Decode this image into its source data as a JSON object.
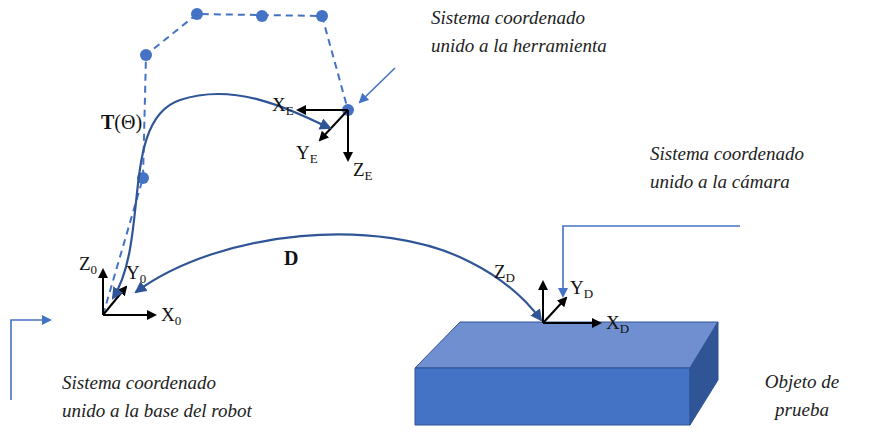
{
  "diagram": {
    "nodes": [
      {
        "text": [
          "Objeto de prueba"
        ]
      }
    ],
    "labels": [
      "Sistema coordenado unido a la herramienta",
      "T(Θ)",
      "XE",
      "YE",
      "ZE",
      "Sistema coordenado unido a la cámara",
      "Z0",
      "Y0",
      "X0",
      "D",
      "ZD",
      "YD",
      "XD",
      "Sistema coordenado unido a la base del robot"
    ]
  }
}
